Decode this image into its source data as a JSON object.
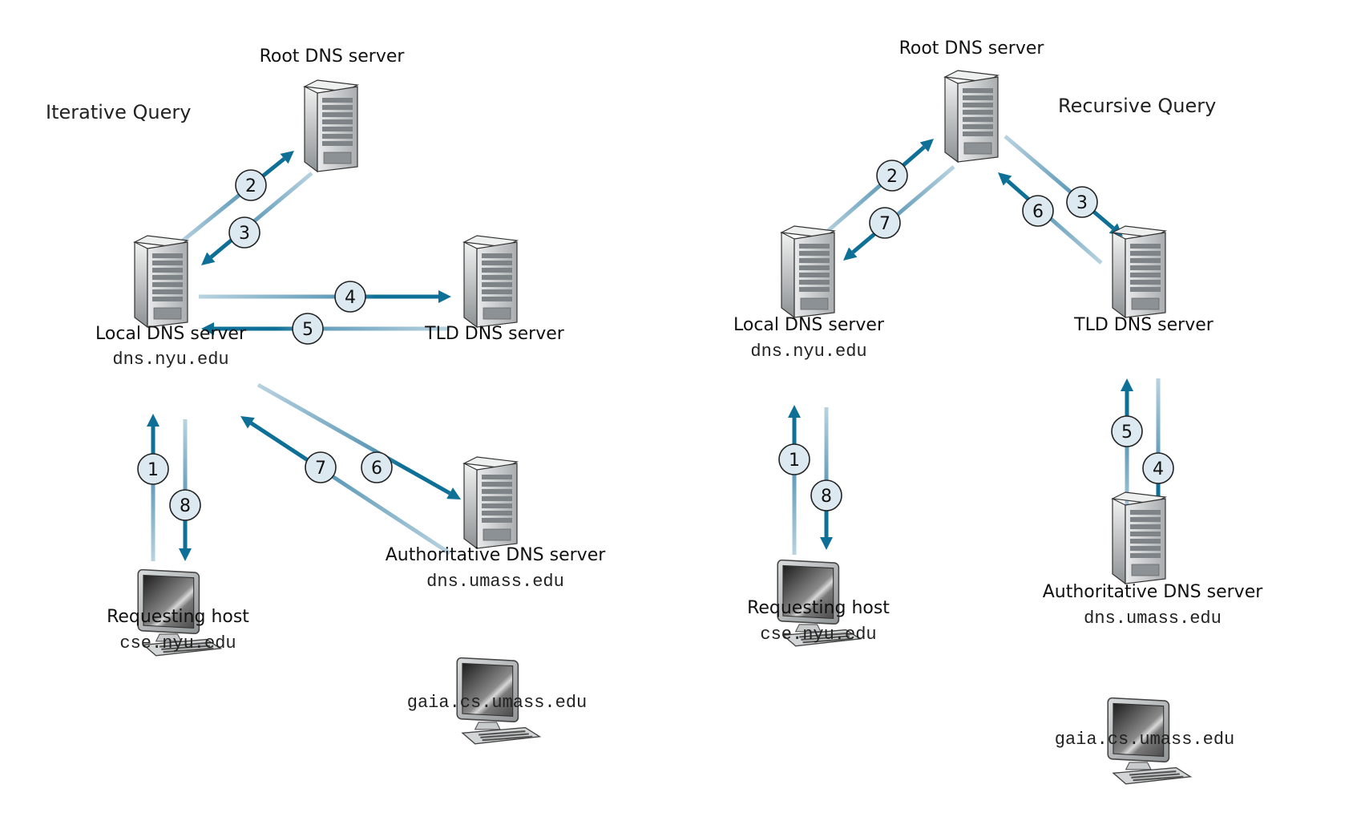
{
  "iterative": {
    "title": "Iterative Query",
    "root": {
      "name": "Root DNS server"
    },
    "local": {
      "name": "Local DNS server",
      "host": "dns.nyu.edu"
    },
    "tld": {
      "name": "TLD DNS server"
    },
    "auth": {
      "name": "Authoritative DNS server",
      "host": "dns.umass.edu"
    },
    "requester": {
      "name": "Requesting host",
      "host": "cse.nyu.edu"
    },
    "target": {
      "host": "gaia.cs.umass.edu"
    },
    "steps": [
      {
        "n": "1",
        "from": "requester",
        "to": "local"
      },
      {
        "n": "2",
        "from": "local",
        "to": "root"
      },
      {
        "n": "3",
        "from": "root",
        "to": "local"
      },
      {
        "n": "4",
        "from": "local",
        "to": "tld"
      },
      {
        "n": "5",
        "from": "tld",
        "to": "local"
      },
      {
        "n": "6",
        "from": "local",
        "to": "auth"
      },
      {
        "n": "7",
        "from": "auth",
        "to": "local"
      },
      {
        "n": "8",
        "from": "local",
        "to": "requester"
      }
    ]
  },
  "recursive": {
    "title": "Recursive Query",
    "root": {
      "name": "Root DNS server"
    },
    "local": {
      "name": "Local DNS server",
      "host": "dns.nyu.edu"
    },
    "tld": {
      "name": "TLD DNS server"
    },
    "auth": {
      "name": "Authoritative DNS server",
      "host": "dns.umass.edu"
    },
    "requester": {
      "name": "Requesting host",
      "host": "cse.nyu.edu"
    },
    "target": {
      "host": "gaia.cs.umass.edu"
    },
    "steps": [
      {
        "n": "1",
        "from": "requester",
        "to": "local"
      },
      {
        "n": "2",
        "from": "local",
        "to": "root"
      },
      {
        "n": "3",
        "from": "root",
        "to": "tld"
      },
      {
        "n": "4",
        "from": "tld",
        "to": "auth"
      },
      {
        "n": "5",
        "from": "auth",
        "to": "tld"
      },
      {
        "n": "6",
        "from": "tld",
        "to": "root"
      },
      {
        "n": "7",
        "from": "root",
        "to": "local"
      },
      {
        "n": "8",
        "from": "local",
        "to": "requester"
      }
    ]
  },
  "colors": {
    "arrow_dark": "#0e6f97",
    "arrow_light": "#b9d3e0",
    "badge_fill": "#dde9f0"
  }
}
